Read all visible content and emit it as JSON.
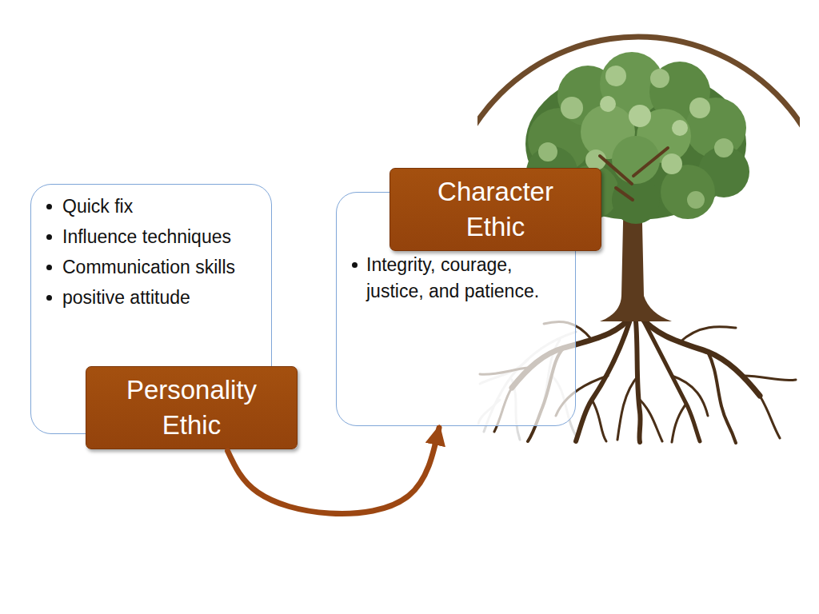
{
  "diagram": {
    "nodes": [
      {
        "text": [
          "Quick fix",
          "Influence techniques",
          "Communication skills",
          "positive attitude"
        ]
      },
      {
        "text": [
          "Personality Ethic"
        ]
      },
      {
        "text": [
          "Character Ethic"
        ]
      },
      {
        "text": [
          "Integrity, courage, justice, and patience."
        ]
      }
    ],
    "edges": [
      {
        "from": 1,
        "to": 3,
        "arrow": "to"
      }
    ]
  }
}
